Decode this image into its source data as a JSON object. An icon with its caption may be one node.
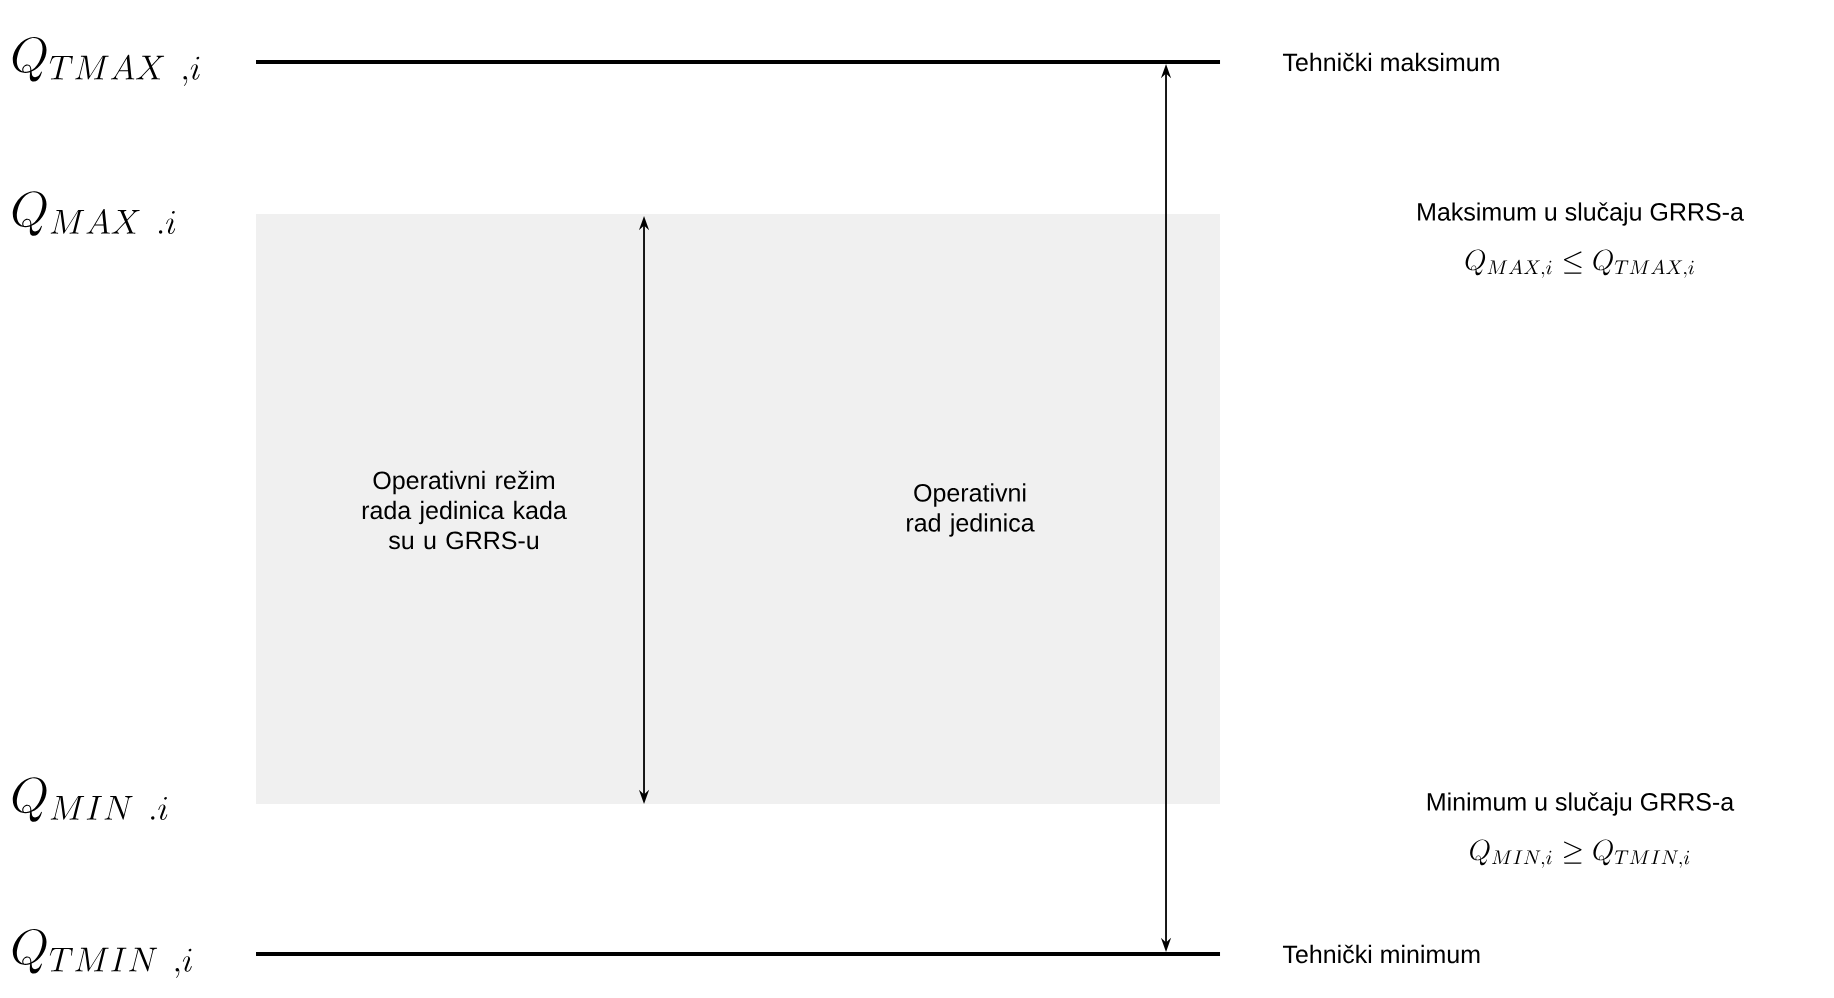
{
  "diagram": {
    "nodes": [
      {
        "text": [
          "Operativni režim rada jedinica kada su u GRRS-u",
          "Operativni rad jedinica"
        ]
      }
    ],
    "labels": [
      "Q_{TMAX\\ ,i}",
      "Tehnički maksimum",
      "Q_{MAX\\ .i}",
      "Maksimum u slučaju GRRS-a",
      "Q_{MAX,i} \\leq Q_{TMAX,i}",
      "Q_{MIN\\ .i}",
      "Minimum u slučaju GRRS-a",
      "Q_{MIN,i} \\geq Q_{TMIN,i}",
      "Q_{TMIN\\ ,i}",
      "Tehnički minimum"
    ]
  }
}
